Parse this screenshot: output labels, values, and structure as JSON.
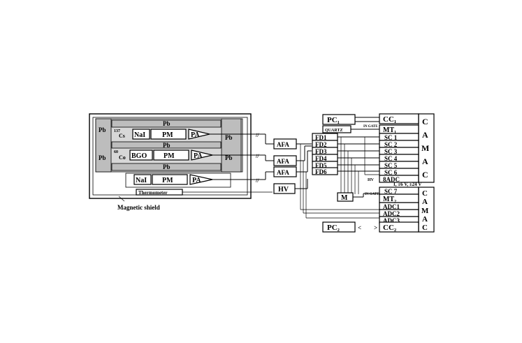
{
  "shielding": {
    "pb_label": "Pb",
    "magnetic_shield_label": "Magnetic shield",
    "thermometer_label": "Thermometer"
  },
  "detectors": {
    "row1": {
      "source": "137",
      "source_el": "Cs",
      "crystal": "NaI",
      "pm": "PM",
      "pa": "PA"
    },
    "row2": {
      "source": "60",
      "source_el": "Co",
      "crystal": "BGO",
      "pm": "PM",
      "pa": "PA"
    },
    "row3": {
      "crystal": "NaI",
      "pm": "PM",
      "pa": "PA"
    }
  },
  "electronics": {
    "afa": [
      "AFA",
      "AFA",
      "AFA"
    ],
    "hv": "HV",
    "fd": [
      "FD1",
      "FD2",
      "FD3",
      "FD4",
      "FD5",
      "FD6"
    ],
    "mixer": "M",
    "pc1": "PC₁",
    "pc2": "PC₂",
    "cc1": "CC₁",
    "cc2": "CC₂",
    "mt1": "MT₁",
    "mt2": "MT₂",
    "quartz": "QUARTZ",
    "in_gate": "IN GATE",
    "sc_top": [
      "SC 1",
      "SC 2",
      "SC 3",
      "SC 4",
      "SC 5",
      "SC 6"
    ],
    "adc8": "8ADC",
    "sc7": "SC 7",
    "adc_bottom": [
      "ADC1",
      "ADC2",
      "ADC3"
    ],
    "hv_small": "HV",
    "power_label": "I, ±6 V, ±24 V",
    "camac_top": [
      "C",
      "A",
      "M",
      "A",
      "C"
    ],
    "camac_bottom": [
      "C",
      "A",
      "M",
      "A",
      "C"
    ]
  }
}
